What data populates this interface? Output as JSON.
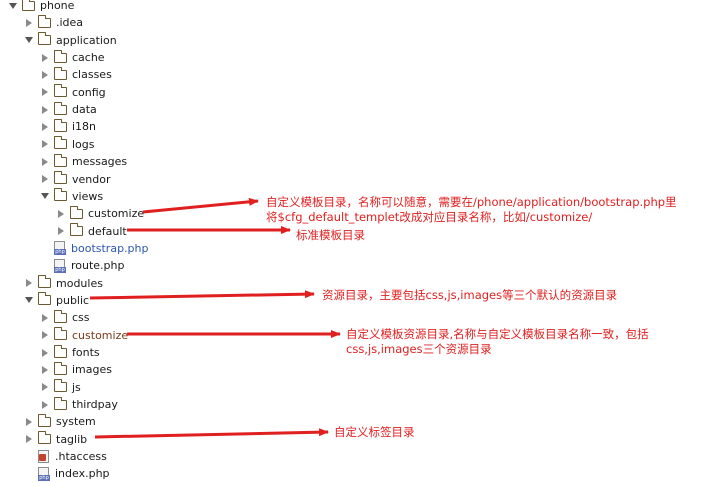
{
  "tree": [
    {
      "name": "phone",
      "type": "folder",
      "expanded": true,
      "depth": 0
    },
    {
      "name": ".idea",
      "type": "folder",
      "expanded": false,
      "depth": 1
    },
    {
      "name": "application",
      "type": "folder",
      "expanded": true,
      "depth": 1
    },
    {
      "name": "cache",
      "type": "folder",
      "expanded": false,
      "depth": 2
    },
    {
      "name": "classes",
      "type": "folder",
      "expanded": false,
      "depth": 2
    },
    {
      "name": "config",
      "type": "folder",
      "expanded": false,
      "depth": 2
    },
    {
      "name": "data",
      "type": "folder",
      "expanded": false,
      "depth": 2
    },
    {
      "name": "i18n",
      "type": "folder",
      "expanded": false,
      "depth": 2
    },
    {
      "name": "logs",
      "type": "folder",
      "expanded": false,
      "depth": 2
    },
    {
      "name": "messages",
      "type": "folder",
      "expanded": false,
      "depth": 2
    },
    {
      "name": "vendor",
      "type": "folder",
      "expanded": false,
      "depth": 2
    },
    {
      "name": "views",
      "type": "folder",
      "expanded": true,
      "depth": 2
    },
    {
      "name": "customize",
      "type": "folder",
      "expanded": false,
      "depth": 3
    },
    {
      "name": "default",
      "type": "folder",
      "expanded": false,
      "depth": 3
    },
    {
      "name": "bootstrap.php",
      "type": "php",
      "depth": 2,
      "status": "modified"
    },
    {
      "name": "route.php",
      "type": "php",
      "depth": 2
    },
    {
      "name": "modules",
      "type": "folder",
      "expanded": false,
      "depth": 1
    },
    {
      "name": "public",
      "type": "folder",
      "expanded": true,
      "depth": 1
    },
    {
      "name": "css",
      "type": "folder",
      "expanded": false,
      "depth": 2
    },
    {
      "name": "customize",
      "type": "folder",
      "expanded": false,
      "depth": 2,
      "status": "changed"
    },
    {
      "name": "fonts",
      "type": "folder",
      "expanded": false,
      "depth": 2
    },
    {
      "name": "images",
      "type": "folder",
      "expanded": false,
      "depth": 2
    },
    {
      "name": "js",
      "type": "folder",
      "expanded": false,
      "depth": 2
    },
    {
      "name": "thirdpay",
      "type": "folder",
      "expanded": false,
      "depth": 2
    },
    {
      "name": "system",
      "type": "folder",
      "expanded": false,
      "depth": 1
    },
    {
      "name": "taglib",
      "type": "folder",
      "expanded": false,
      "depth": 1
    },
    {
      "name": ".htaccess",
      "type": "htaccess",
      "depth": 1
    },
    {
      "name": "index.php",
      "type": "php",
      "depth": 1
    }
  ],
  "annotations": {
    "views_customize_line1": "自定义模板目录，名称可以随意，需要在/phone/application/bootstrap.php里",
    "views_customize_line2": "将$cfg_default_templet改成对应目录名称，比如/customize/",
    "views_default": "标准模板目录",
    "public": "资源目录，主要包括css,js,images等三个默认的资源目录",
    "public_customize_line1": "自定义模板资源目录,名称与自定义模板目录名称一致，包括",
    "public_customize_line2": "css,js,images三个资源目录",
    "taglib": "自定义标签目录"
  },
  "colors": {
    "annotation": "#e01f1f",
    "modified_file": "#2a57b0",
    "changed_folder": "#7a3a1a"
  }
}
